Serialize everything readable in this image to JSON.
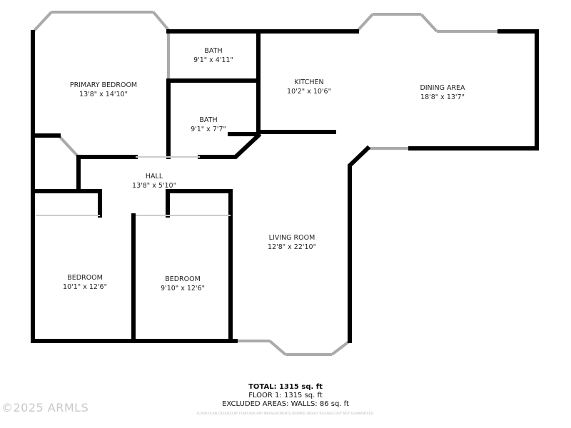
{
  "rooms": [
    {
      "name": "PRIMARY BEDROOM",
      "size": "13'8\" x 14'10\""
    },
    {
      "name": "BATH",
      "size": "9'1\" x 4'11\""
    },
    {
      "name": "BATH",
      "size": "9'1\" x 7'7\""
    },
    {
      "name": "KITCHEN",
      "size": "10'2\" x 10'6\""
    },
    {
      "name": "DINING AREA",
      "size": "18'8\" x 13'7\""
    },
    {
      "name": "HALL",
      "size": "13'8\" x 5'10\""
    },
    {
      "name": "LIVING ROOM",
      "size": "12'8\" x 22'10\""
    },
    {
      "name": "BEDROOM",
      "size": "10'1\" x 12'6\""
    },
    {
      "name": "BEDROOM",
      "size": "9'10\" x 12'6\""
    }
  ],
  "summary": {
    "total": "TOTAL: 1315 sq. ft",
    "floor": "FLOOR 1: 1315 sq. ft",
    "excluded": "EXCLUDED AREAS: WALLS: 86 sq. ft",
    "disclaimer": "FLOOR PLAN CREATED BY CUBICASA APP. MEASUREMENTS DEEMED HIGHLY RELIABLE BUT NOT GUARANTEED."
  },
  "watermark": "©2025 ARMLS",
  "colors": {
    "wall": "#000000",
    "window": "#bbbbbb"
  }
}
